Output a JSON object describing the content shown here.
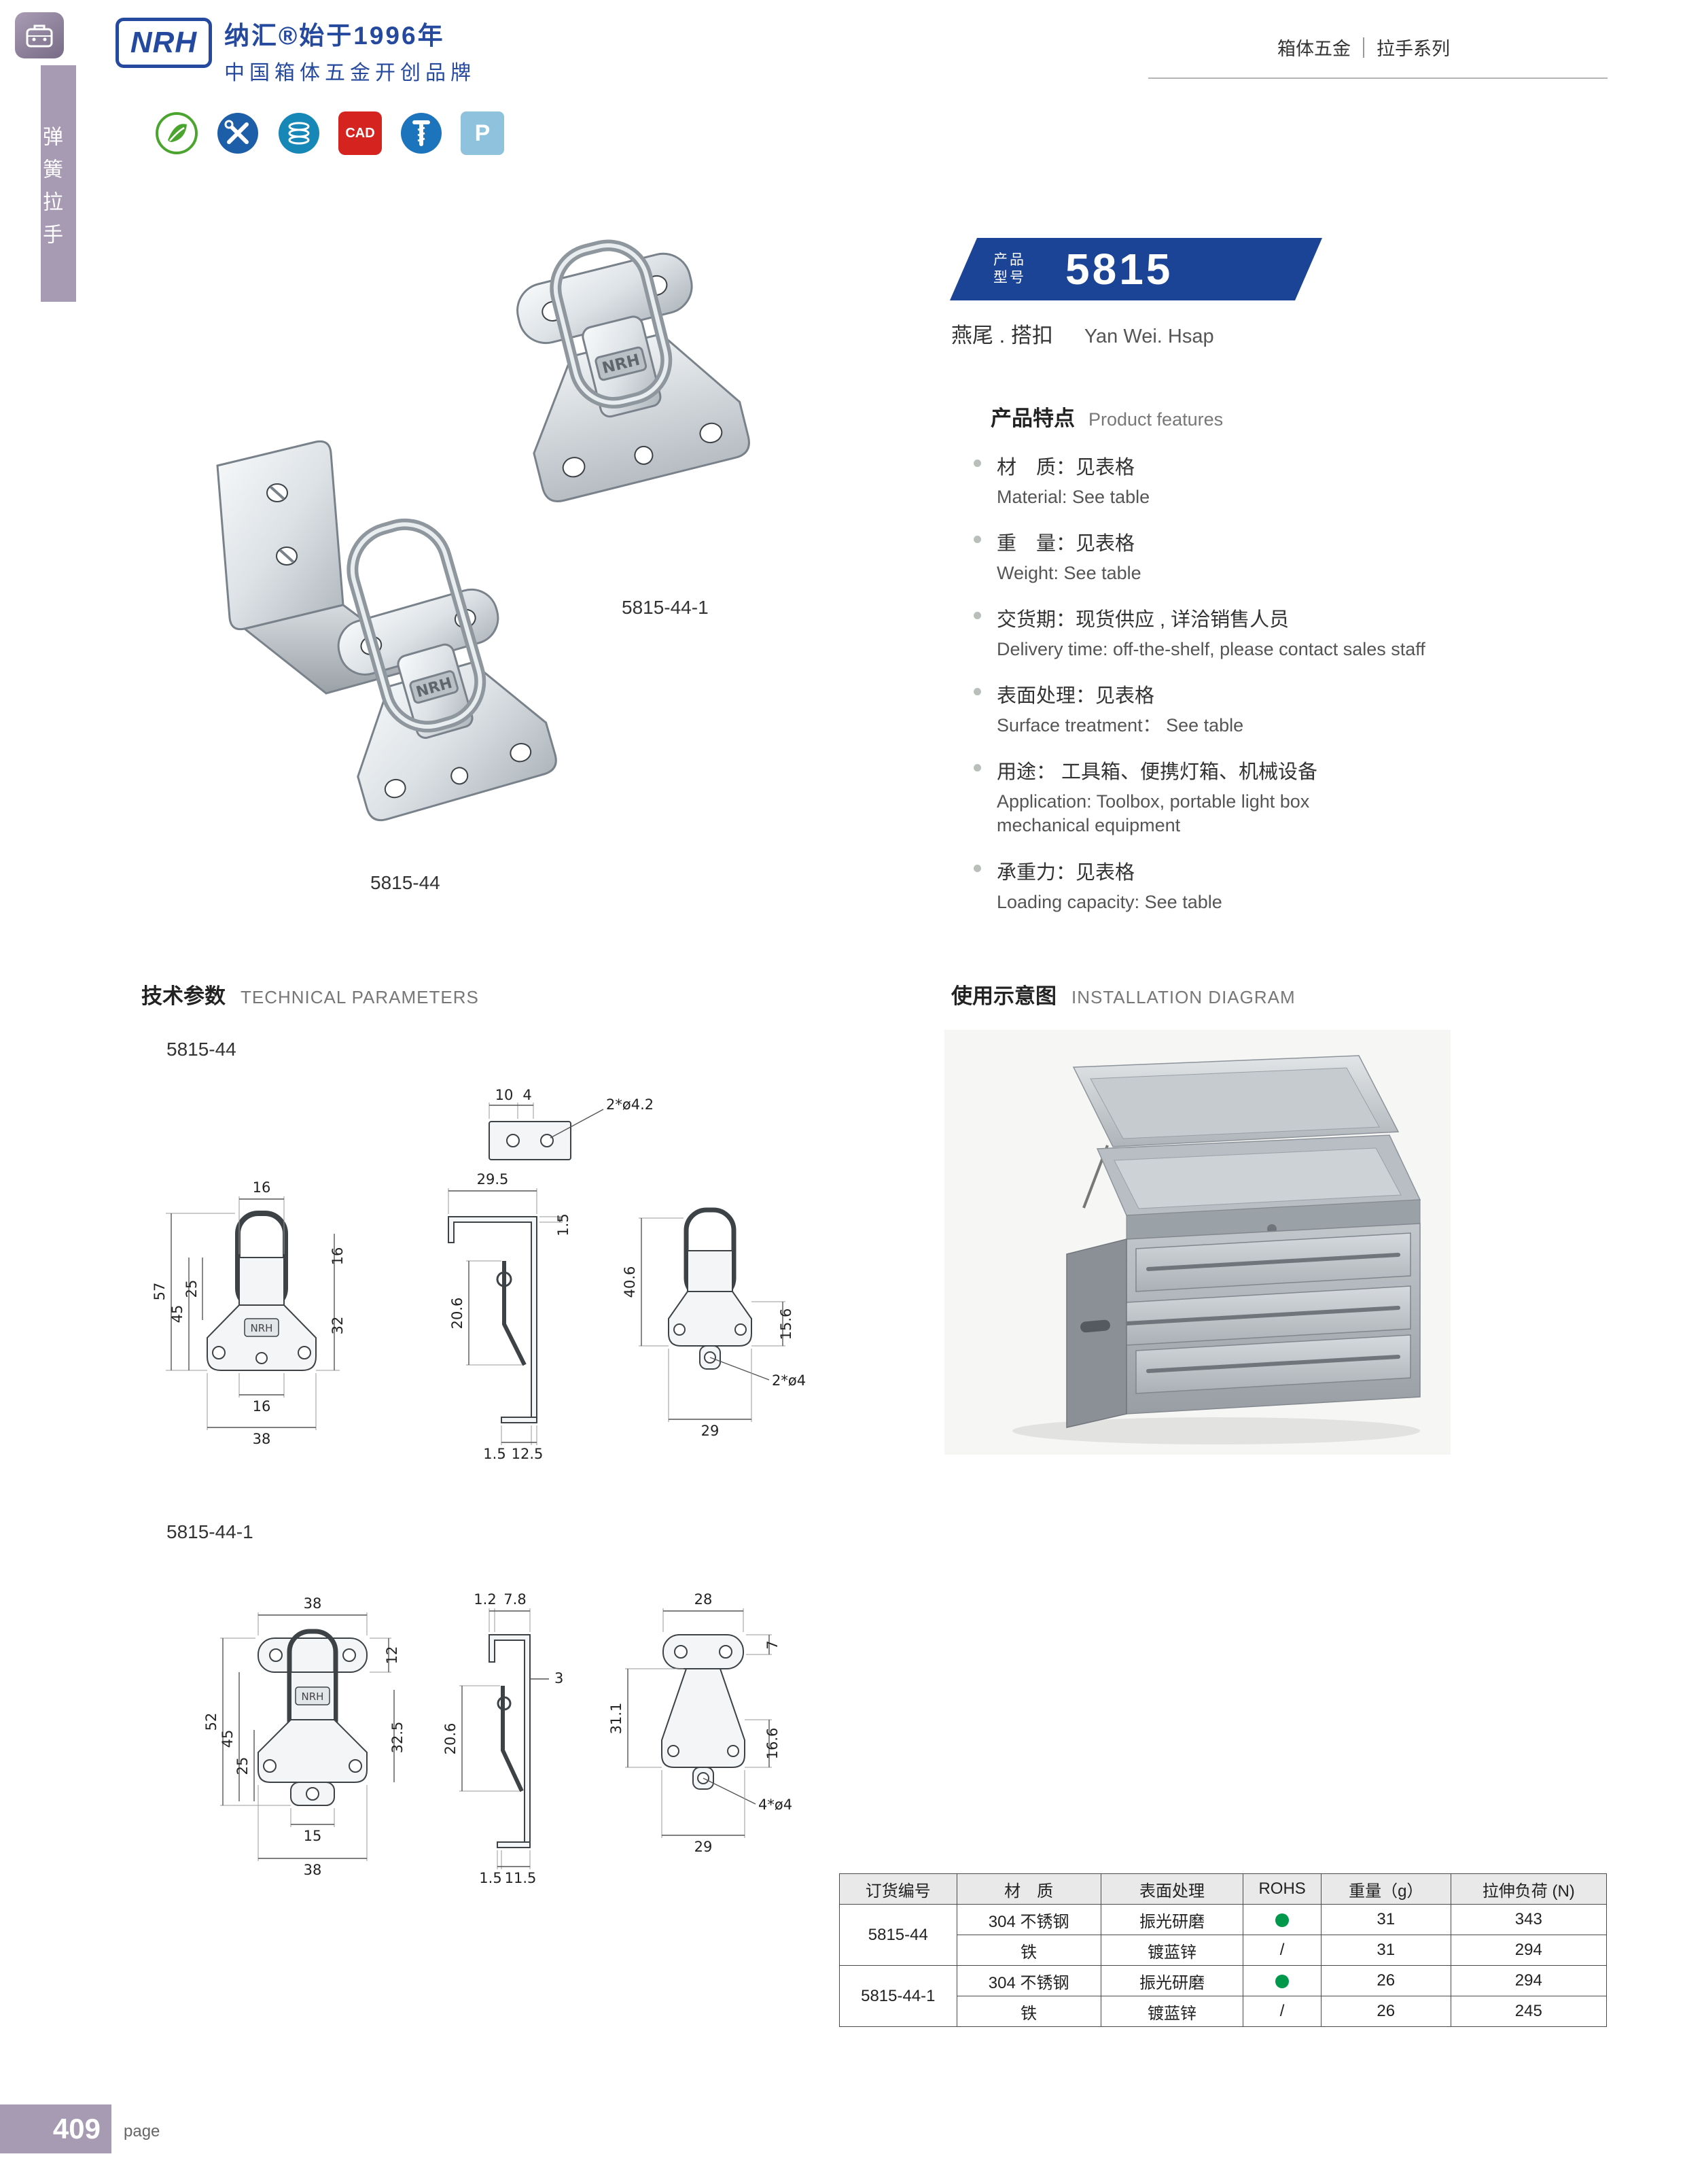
{
  "colors": {
    "brand_blue": "#24499e",
    "badge_blue": "#1c4496",
    "sidebar_purple": "#a79ab3",
    "rohs_green": "#00984b",
    "cad_red": "#d5231f"
  },
  "header": {
    "brand": "NRH",
    "slogan_line1": "纳汇®始于1996年",
    "slogan_line2": "中国箱体五金开创品牌",
    "right_1": "箱体五金",
    "right_2": "拉手系列"
  },
  "sidebar": {
    "vertical_text": "弹簧拉手"
  },
  "cert_icons": {
    "cad": "CAD",
    "p": "P"
  },
  "product": {
    "badge_line1": "产品",
    "badge_line2": "型号",
    "model": "5815",
    "name_zh": "燕尾 . 搭扣",
    "name_en": "Yan Wei. Hsap",
    "stamp": "NRH",
    "label_latch1": "5815-44-1",
    "label_latch2": "5815-44"
  },
  "features": {
    "title_zh": "产品特点",
    "title_en": "Product features",
    "items": [
      {
        "zh": "材　质：见表格",
        "en": "Material: See table"
      },
      {
        "zh": "重　量：见表格",
        "en": "Weight: See table"
      },
      {
        "zh": "交货期：现货供应 , 详洽销售人员",
        "en": "Delivery time: off-the-shelf, please contact sales staff"
      },
      {
        "zh": "表面处理：见表格",
        "en": "Surface treatment：  See table"
      },
      {
        "zh": "用途：  工具箱、便携灯箱、机械设备",
        "en": "Application: Toolbox, portable light box\nmechanical equipment"
      },
      {
        "zh": "承重力：见表格",
        "en": "Loading capacity: See table"
      }
    ]
  },
  "sections": {
    "tech_zh": "技术参数",
    "tech_en": "TECHNICAL PARAMETERS",
    "install_zh": "使用示意图",
    "install_en": "INSTALLATION DIAGRAM"
  },
  "drawings": {
    "group1": "5815-44",
    "group2": "5815-44-1",
    "d44": {
      "plate_w1": "10",
      "plate_w2": "4",
      "plate_hole": "2*ø4.2",
      "front_top": "16",
      "h57": "57",
      "h45": "45",
      "h25": "25",
      "r16": "16",
      "r32": "32",
      "b16": "16",
      "b38": "38",
      "side_top": "29.5",
      "side_t15": "1.5",
      "side_206": "20.6",
      "side_b15": "1.5",
      "side_b125": "12.5",
      "back_406": "40.6",
      "back_156": "15.6",
      "back_hole": "2*ø4",
      "back_29": "29"
    },
    "d441": {
      "front_38": "38",
      "front_12": "12",
      "h52": "52",
      "h45": "45",
      "h25": "25",
      "r325": "32.5",
      "b15": "15",
      "b38": "38",
      "side_12": "1.2",
      "side_78": "7.8",
      "side_3": "3",
      "side_206": "20.6",
      "side_b15": "1.5",
      "side_b115": "11.5",
      "back_28": "28",
      "back_7": "7",
      "back_311": "31.1",
      "back_166": "16.6",
      "back_hole": "4*ø4",
      "back_29": "29"
    }
  },
  "table": {
    "headers": [
      "订货编号",
      "材　质",
      "表面处理",
      "ROHS",
      "重量（g）",
      "拉伸负荷 (N)"
    ],
    "rows": [
      {
        "model": "5815-44",
        "material": "304 不锈钢",
        "surface": "振光研磨",
        "rohs": "",
        "weight": "31",
        "load": "343"
      },
      {
        "material": "铁",
        "surface": "镀蓝锌",
        "rohs": "/",
        "weight": "31",
        "load": "294"
      },
      {
        "model": "5815-44-1",
        "material": "304 不锈钢",
        "surface": "振光研磨",
        "rohs": "",
        "weight": "26",
        "load": "294"
      },
      {
        "material": "铁",
        "surface": "镀蓝锌",
        "rohs": "/",
        "weight": "26",
        "load": "245"
      }
    ]
  },
  "footer": {
    "page_number": "409",
    "page_label": "page"
  }
}
